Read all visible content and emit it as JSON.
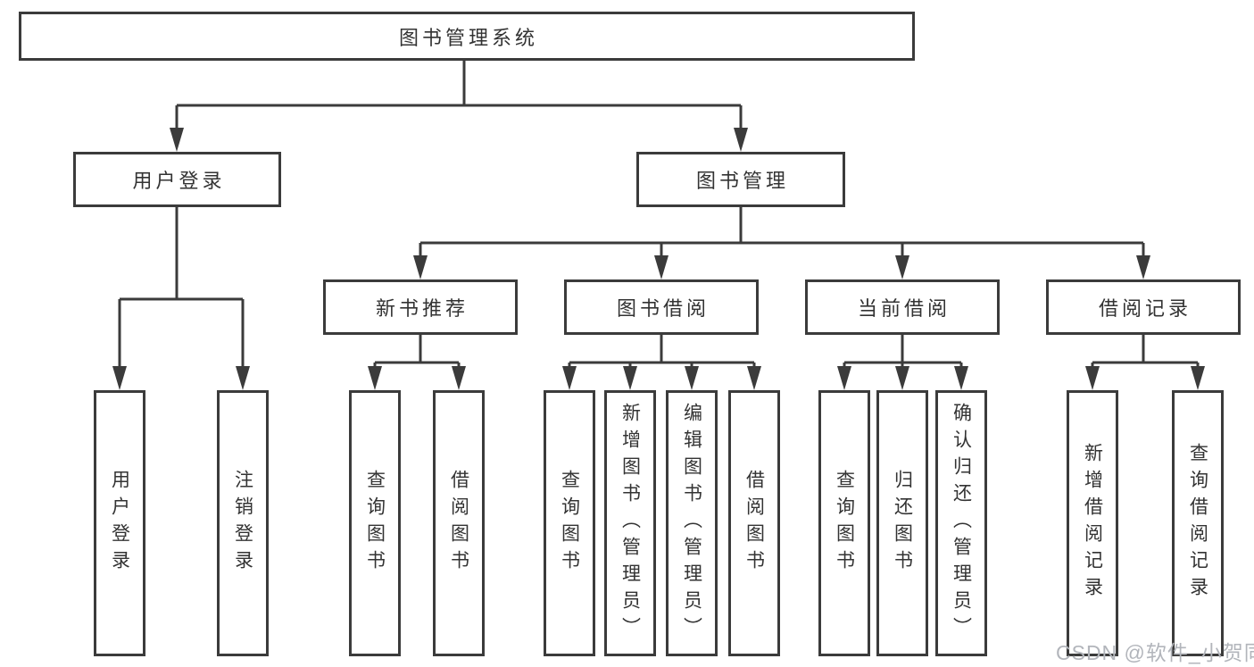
{
  "diagram": {
    "root": {
      "label": "图书管理系统"
    },
    "level2": [
      {
        "label": "用户登录"
      },
      {
        "label": "图书管理"
      }
    ],
    "level3": [
      {
        "label": "新书推荐"
      },
      {
        "label": "图书借阅"
      },
      {
        "label": "当前借阅"
      },
      {
        "label": "借阅记录"
      }
    ],
    "leaves": {
      "user_login": [
        "用户登录",
        "注销登录"
      ],
      "new_book_recommend": [
        "查询图书",
        "借阅图书"
      ],
      "book_borrow": [
        "查询图书",
        "新增图书（管理员）",
        "编辑图书（管理员）",
        "借阅图书"
      ],
      "current_borrow": [
        "查询图书",
        "归还图书",
        "确认归还（管理员）"
      ],
      "borrow_records": [
        "新增借阅记录",
        "查询借阅记录"
      ]
    }
  },
  "watermark": {
    "text": "CSDN @软件_小贺同学"
  },
  "colors": {
    "line": "#3b3b3b",
    "text": "#333333",
    "box_background": "#ffffff",
    "watermark": "#b2b5bb"
  }
}
